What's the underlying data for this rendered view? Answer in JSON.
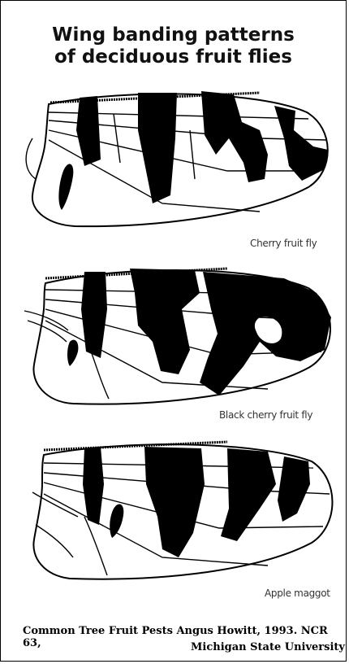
{
  "figure": {
    "title_line1": "Wing banding patterns",
    "title_line2": "of deciduous fruit flies",
    "wings": [
      {
        "caption": "Cherry fruit fly"
      },
      {
        "caption": "Black cherry fruit fly"
      },
      {
        "caption": "Apple maggot"
      }
    ],
    "credit_line1": "Common Tree Fruit Pests Angus Howitt, 1993. NCR 63,",
    "credit_line2": "Michigan State University"
  },
  "colors": {
    "band": "#000000",
    "outline": "#000000",
    "background": "#ffffff"
  }
}
